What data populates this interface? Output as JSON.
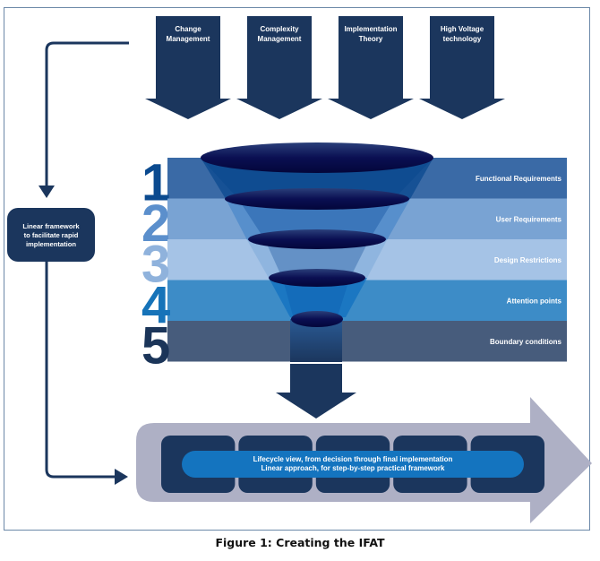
{
  "figure": {
    "caption": "Figure 1: Creating the IFAT"
  },
  "inputs": [
    {
      "line1": "Change",
      "line2": "Management"
    },
    {
      "line1": "Complexity",
      "line2": "Management"
    },
    {
      "line1": "Implementation",
      "line2": "Theory"
    },
    {
      "line1": "High Voltage",
      "line2": "technology"
    }
  ],
  "side_box": {
    "line1": "Linear framework",
    "line2": "to facilitate rapid",
    "line3": "implementation"
  },
  "layers": [
    {
      "number": "1",
      "label": "Functional Requirements",
      "band_color": "#3a6aa6",
      "number_color": "#0b4a8f"
    },
    {
      "number": "2",
      "label": "User Requirements",
      "band_color": "#79a3d3",
      "number_color": "#5b8fcc"
    },
    {
      "number": "3",
      "label": "Design Restrictions",
      "band_color": "#a5c3e6",
      "number_color": "#8fb2dc"
    },
    {
      "number": "4",
      "label": "Attention points",
      "band_color": "#3d8cc7",
      "number_color": "#1673b9"
    },
    {
      "number": "5",
      "label": "Boundary conditions",
      "band_color": "#475c7c",
      "number_color": "#1b3559"
    }
  ],
  "output": {
    "line1": "Lifecycle view, from decision through final implementation",
    "line2": "Linear approach, for step-by-step practical framework",
    "segments": 5
  },
  "colors": {
    "navy": "#1b365d",
    "funnel_dark": "#050a45",
    "big_arrow": "#aeb0c5",
    "pill": "#1474bf"
  }
}
